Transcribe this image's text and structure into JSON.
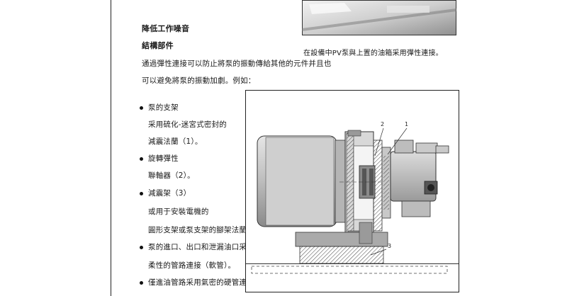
{
  "section": {
    "heading": "降低工作噪音",
    "subheading": "結構部件",
    "intro": [
      "通過彈性連接可以防止將泵的振動傳給其他的元件并且也",
      "可以避免將泵的振動加劇。例如："
    ]
  },
  "bullets": [
    {
      "lines": [
        "泵的支架",
        "采用硫化-迷宮式密封的",
        "減震法蘭（1）。"
      ]
    },
    {
      "lines": [
        "旋轉彈性",
        "聯軸器（2）。"
      ]
    },
    {
      "lines": [
        "減震架（3）",
        "或用于安裝電機的",
        "圓形支架或泵支架的腳架法蘭。"
      ]
    },
    {
      "lines": [
        "泵的進口、出口和泄漏油口采用",
        "柔性的管路連接（軟管）。"
      ]
    },
    {
      "lines": [
        "僅進油管路采用氣密的硬管連接。"
      ]
    }
  ],
  "photo": {
    "caption": "在設備中PV泵與上置的油箱采用彈性連接。"
  },
  "figure": {
    "callouts": [
      "2",
      "1",
      "3"
    ]
  }
}
